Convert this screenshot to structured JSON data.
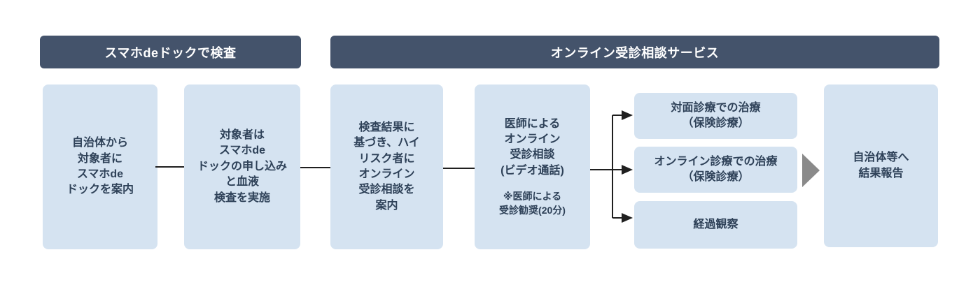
{
  "palette": {
    "header_bg": "#44536B",
    "header_text": "#FFFFFF",
    "box_bg": "#D5E3F1",
    "box_text": "#2E4158",
    "connector": "#1F1F1F",
    "chevron": "#8A8A8A"
  },
  "headers": [
    {
      "label": "スマホdeドックで検査"
    },
    {
      "label": "オンライン受診相談サービス"
    }
  ],
  "steps": [
    {
      "text": "自治体から\n対象者に\nスマホde\nドックを案内"
    },
    {
      "text": "対象者は\nスマホde\nドックの申し込み\nと血液\n検査を実施"
    },
    {
      "text": "検査結果に\n基づき、ハイ\nリスク者に\nオンライン\n受診相談を\n案内"
    },
    {
      "text": "医師による\nオンライン\n受診相談\n(ビデオ通話)",
      "note": "※医師による\n受診勧奨(20分)"
    }
  ],
  "outcomes": [
    {
      "text": "対面診療での治療\n（保険診療）"
    },
    {
      "text": "オンライン診療での治療\n（保険診療）"
    },
    {
      "text": "経過観察"
    }
  ],
  "result": {
    "text": "自治体等へ\n結果報告"
  }
}
